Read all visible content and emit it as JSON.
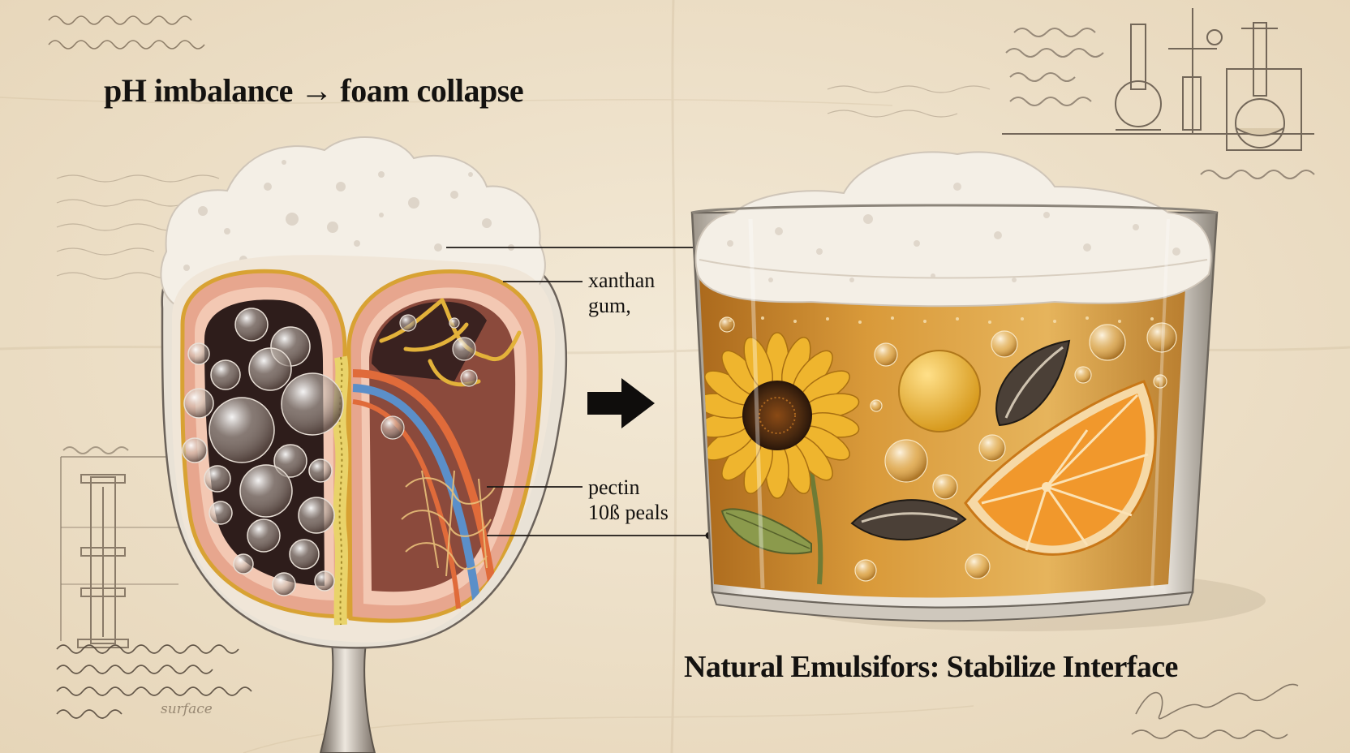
{
  "title_left": "pH imbalance → foam collapse",
  "title_right": "Natural Emulsifors: Stabilize Interface",
  "callouts": {
    "xanthan_line1": "xanthan",
    "xanthan_line2": "gum,",
    "pectin_line1": "pectin",
    "pectin_line2": "10ß peals"
  },
  "notes": {
    "bottom_left": "surface",
    "bottom_right": ""
  },
  "colors": {
    "paper": "#efe3cd",
    "foam": "#f4efe6",
    "beer": "#c98a2c",
    "ink": "#141210",
    "tissue_pink": "#e8a48c",
    "tissue_dark": "#3a2522",
    "sunflower": "#efb52e",
    "orange": "#f1982c"
  },
  "icons": [
    "arrow-right-icon",
    "sunflower-icon",
    "orange-slice-icon",
    "seed-icon",
    "lab-flask-icon",
    "apparatus-icon"
  ]
}
